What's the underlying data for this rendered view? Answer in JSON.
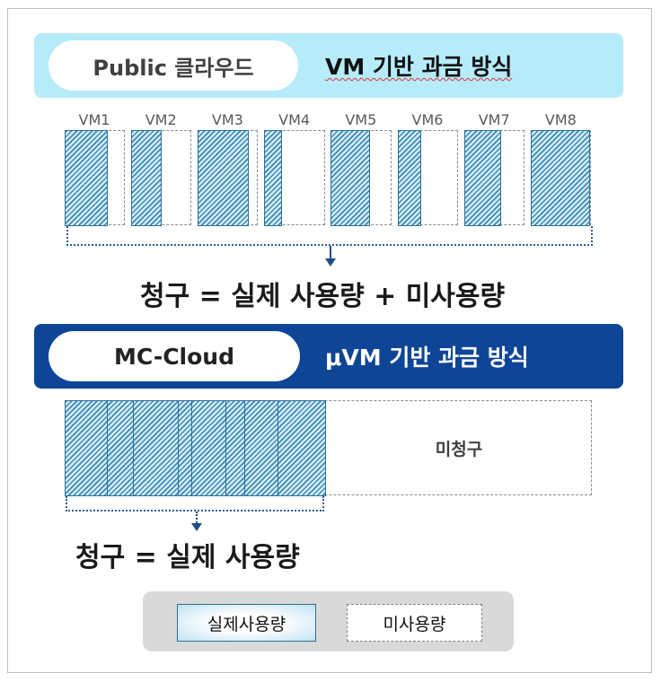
{
  "public_cloud": {
    "label": "Public 클라우드",
    "method": "VM 기반 과금 방식",
    "vms": [
      {
        "name": "VM1",
        "used_fraction": 0.68
      },
      {
        "name": "VM2",
        "used_fraction": 0.48
      },
      {
        "name": "VM3",
        "used_fraction": 0.82
      },
      {
        "name": "VM4",
        "used_fraction": 0.27
      },
      {
        "name": "VM5",
        "used_fraction": 0.63
      },
      {
        "name": "VM6",
        "used_fraction": 0.36
      },
      {
        "name": "VM7",
        "used_fraction": 0.58
      },
      {
        "name": "VM8",
        "used_fraction": 0.95
      }
    ],
    "formula": "청구 = 실제 사용량 + 미사용량"
  },
  "mc_cloud": {
    "label": "MC-Cloud",
    "method": "μVM 기반 과금 방식",
    "micro_vm_count": 8,
    "used_fraction": 0.495,
    "unbilled_label": "미청구",
    "formula": "청구 = 실제 사용량"
  },
  "legend": {
    "used": "실제사용량",
    "unused": "미사용량"
  },
  "colors": {
    "public_banner": "#b6ecfa",
    "mc_banner": "#0e4596",
    "hatch": "#3d89b5",
    "arrow": "#1f4e8c"
  }
}
